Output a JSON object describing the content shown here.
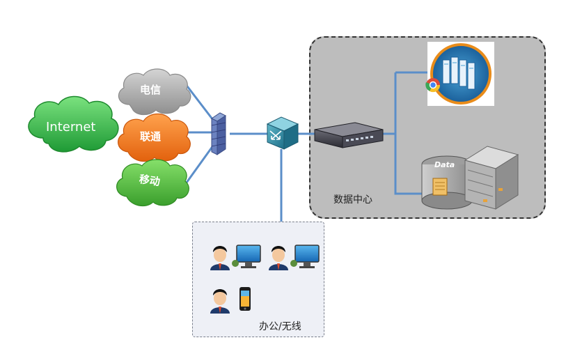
{
  "clouds": {
    "internet": "Internet",
    "telecom": "电信",
    "unicom": "联通",
    "mobile": "移动"
  },
  "datacenter": {
    "label": "数据中心",
    "db_label": "Data"
  },
  "office": {
    "label": "办公/无线"
  },
  "colors": {
    "link": "#5b8ec9",
    "cloud_green": "#3cb54a",
    "cloud_gray": "#a8a8a8",
    "cloud_orange": "#f07a1e",
    "datacenter_bg": "#bdbdbd",
    "office_bg": "#eef0f6"
  }
}
